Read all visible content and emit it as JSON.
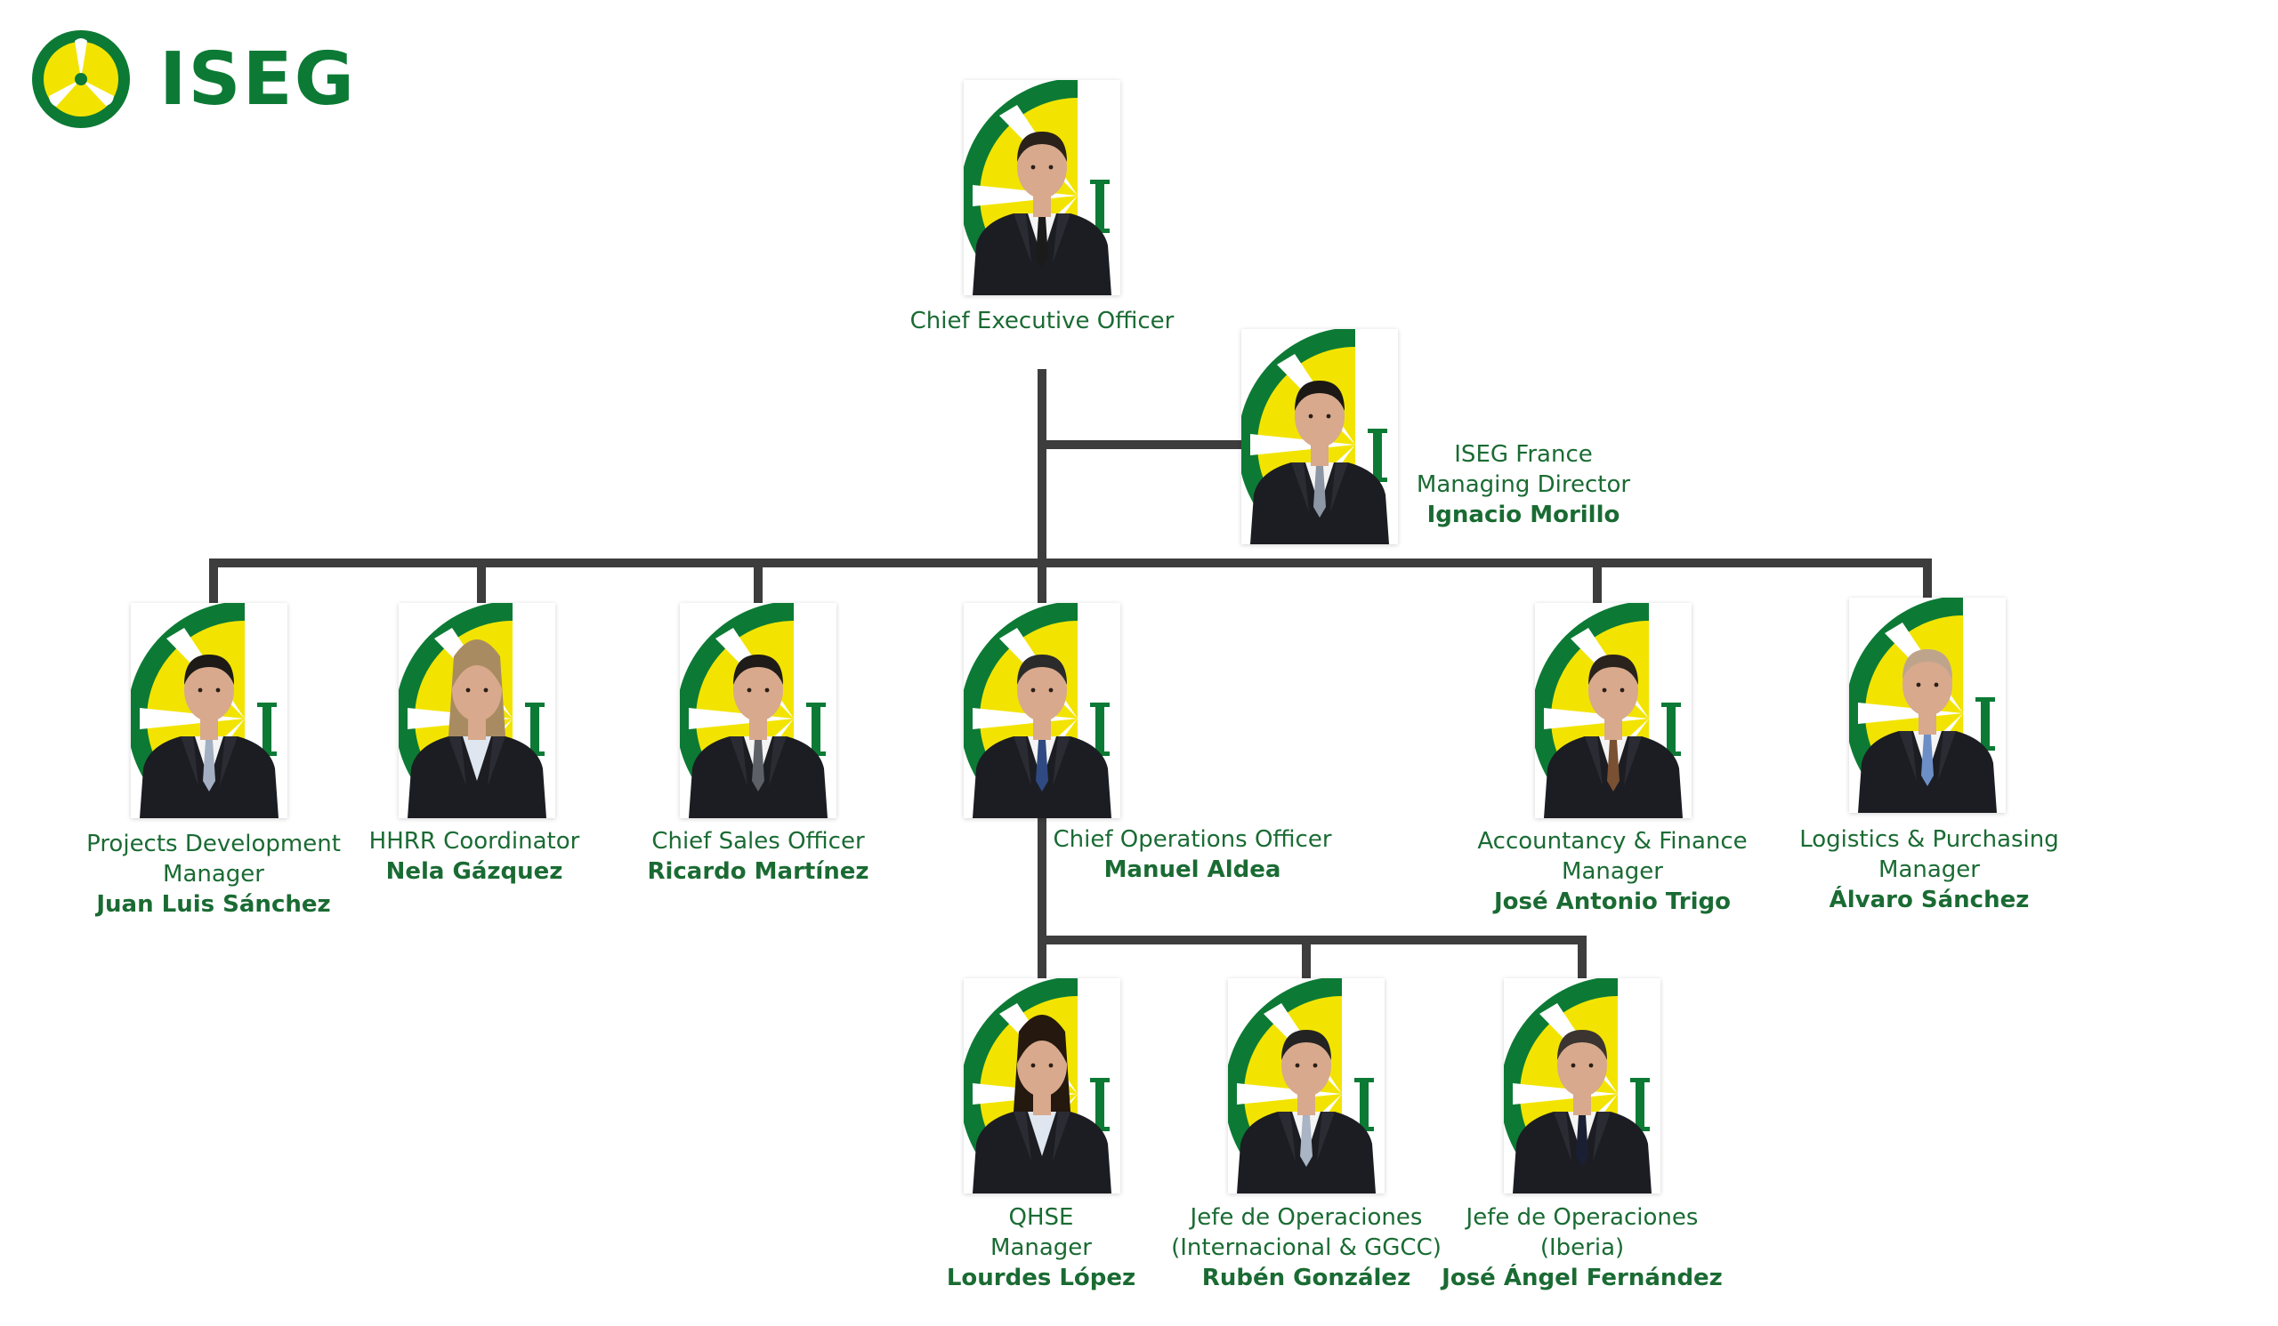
{
  "logo": {
    "text": "ISEG"
  },
  "colors": {
    "green": "#0c7a35",
    "yellow": "#f2e400",
    "line": "#3d3d3d",
    "caption": "#1a6b33"
  },
  "people": [
    {
      "id": "ceo",
      "role_lines": [
        "Chief Executive Officer"
      ],
      "name": "",
      "hair": "#2a211b",
      "tie": "#1b1b1b"
    },
    {
      "id": "france-md",
      "role_lines": [
        "ISEG France",
        "Managing Director"
      ],
      "name": "Ignacio Morillo",
      "hair": "#1c1815",
      "tie": "#8c96a5"
    },
    {
      "id": "projects",
      "role_lines": [
        "Projects Development",
        "Manager"
      ],
      "name": "Juan Luis Sánchez",
      "hair": "#1d1a17",
      "tie": "#a3b0c4"
    },
    {
      "id": "hhrr",
      "role_lines": [
        "HHRR Coordinator"
      ],
      "name": "Nela Gázquez",
      "hair": "#a98b62",
      "tie": ""
    },
    {
      "id": "cso",
      "role_lines": [
        "Chief Sales Officer"
      ],
      "name": "Ricardo Martínez",
      "hair": "#1f1b18",
      "tie": "#5d6066"
    },
    {
      "id": "coo",
      "role_lines": [
        "Chief Operations Officer"
      ],
      "name": "Manuel Aldea",
      "hair": "#2b2b2b",
      "tie": "#2f4a82"
    },
    {
      "id": "finance",
      "role_lines": [
        "Accountancy & Finance",
        "Manager"
      ],
      "name": "José Antonio Trigo",
      "hair": "#2a221c",
      "tie": "#7a5033"
    },
    {
      "id": "logistics",
      "role_lines": [
        "Logistics & Purchasing",
        "Manager"
      ],
      "name": "Álvaro Sánchez",
      "hair": "#bfa48c",
      "tie": "#6d8fc8"
    },
    {
      "id": "qhse",
      "role_lines": [
        "QHSE",
        "Manager"
      ],
      "name": "Lourdes López",
      "hair": "#24180f",
      "tie": ""
    },
    {
      "id": "ops-intl",
      "role_lines": [
        "Jefe de Operaciones",
        "(Internacional & GGCC)"
      ],
      "name": "Rubén González",
      "hair": "#232323",
      "tie": "#a9b4c4"
    },
    {
      "id": "ops-iberia",
      "role_lines": [
        "Jefe de Operaciones",
        "(Iberia)"
      ],
      "name": "José Ángel Fernández",
      "hair": "#3b3430",
      "tie": "#1a1f33"
    }
  ]
}
